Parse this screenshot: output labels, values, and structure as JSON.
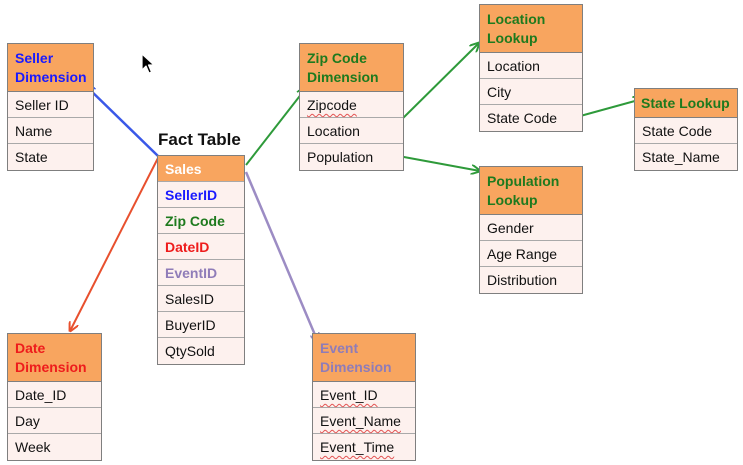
{
  "fact_table": {
    "title": "Fact Table",
    "rows": [
      "Sales",
      "SellerID",
      "Zip Code",
      "DateID",
      "EventID",
      "SalesID",
      "BuyerID",
      "QtySold"
    ]
  },
  "seller_dimension": {
    "title": "Seller\nDimension",
    "rows": [
      "Seller ID",
      "Name",
      "State"
    ]
  },
  "date_dimension": {
    "title": "Date\nDimension",
    "rows": [
      "Date_ID",
      "Day",
      "Week"
    ]
  },
  "zip_code_dimension": {
    "title": "Zip Code\nDimension",
    "rows": [
      "Zipcode",
      "Location",
      "Population"
    ]
  },
  "event_dimension": {
    "title": "Event\nDimension",
    "rows": [
      "Event_ID",
      "Event_Name",
      "Event_Time"
    ]
  },
  "location_lookup": {
    "title": "Location\nLookup",
    "rows": [
      "Location",
      "City",
      "State Code"
    ]
  },
  "state_lookup": {
    "title": "State Lookup",
    "rows": [
      "State Code",
      "State_Name"
    ]
  },
  "population_lookup": {
    "title": "Population\nLookup",
    "rows": [
      "Gender",
      "Age Range",
      "Distribution"
    ]
  },
  "colors": {
    "header_fill": "#f8a55f",
    "row_fill": "#fdf1ee",
    "border": "#7f7f7f",
    "seller": "#1a1aff",
    "zip": "#1e7a1e",
    "date": "#ee1c1c",
    "event": "#8f7cb8",
    "lookup_title": "#1e7a1e",
    "arrow_blue": "#3a58e8",
    "arrow_green": "#2e9a3a",
    "arrow_red": "#e8502e",
    "arrow_purple": "#9c8cc4"
  },
  "cursor": {
    "icon": "mouse-pointer-icon"
  }
}
